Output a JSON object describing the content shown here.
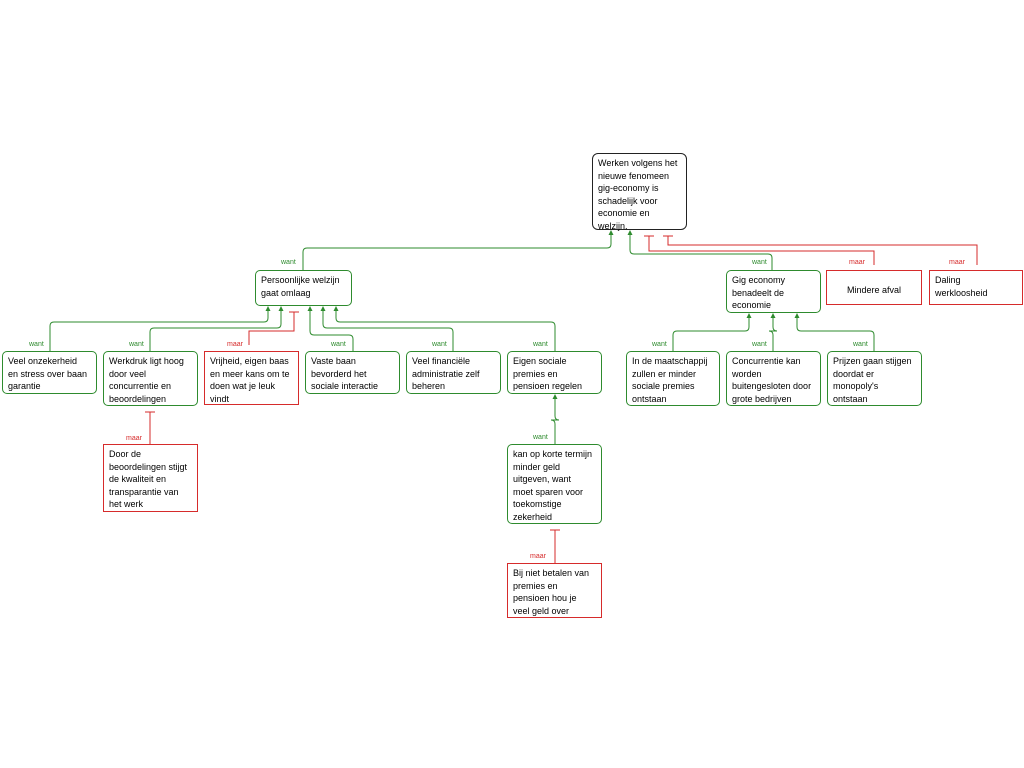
{
  "link_labels": {
    "support": "want",
    "objection": "maar"
  },
  "colors": {
    "support": "#2e8b2e",
    "objection": "#d62b2b",
    "claim_border": "#222222"
  },
  "nodes": {
    "root": "Werken volgens het\nnieuwe fenomeen\ngig-economy is\nschadelijk voor\neconomie en\nwelzijn.",
    "welzijn": "Persoonlijke welzijn\ngaat omlaag",
    "gig_econ": "Gig economy\nbenadeelt de\neconomie",
    "afval": "Mindere afval",
    "werkloos": "Daling\nwerkloosheid",
    "onzeker": "Veel onzekerheid\nen stress over baan\ngarantie",
    "werkdruk": "Werkdruk ligt hoog\ndoor veel\nconcurrentie en\nbeoordelingen",
    "vrijheid": "Vrijheid, eigen baas\nen meer kans om te\ndoen wat je leuk\nvindt",
    "vaste_baan": "Vaste baan\nbevorderd het\nsociale interactie",
    "administratie": "Veel financiële\nadministratie zelf\nbeheren",
    "premies": "Eigen sociale\npremies en\npensioen regelen",
    "beoordelingen": "Door de\nbeoordelingen stijgt\nde kwaliteit en\ntransparantie van\nhet werk",
    "korte_termijn": "kan op korte termijn\nminder geld\nuitgeven, want\nmoet sparen voor\ntoekomstige\nzekerheid",
    "niet_betalen": "Bij niet betalen van\npremies en\npensioen hou je\nveel geld over",
    "maatschappij": "In de maatschappij\nzullen er minder\nsociale premies\nontstaan",
    "concurrentie": "Concurrentie kan\nworden\nbuitengesloten door\ngrote bedrijven",
    "prijzen": "Prijzen gaan stijgen\ndoordat er\nmonopoly's\nontstaan"
  }
}
